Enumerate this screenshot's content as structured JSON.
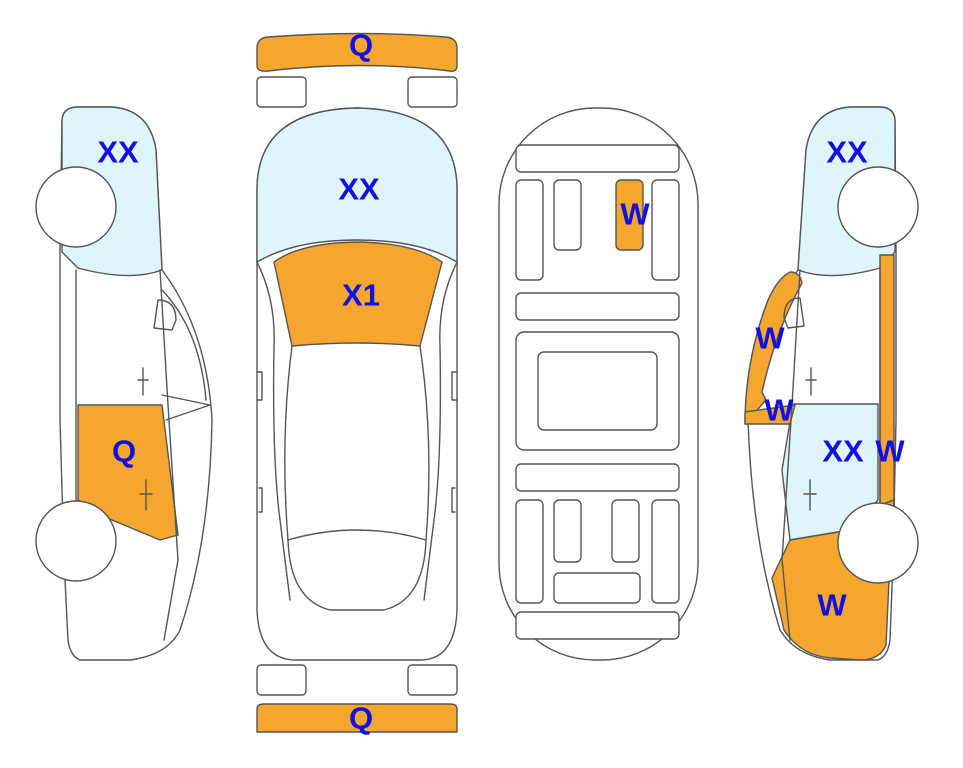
{
  "colors": {
    "outline": "#555555",
    "panel": "#ffffff",
    "glass": "#ddf5fb",
    "damaged": "#f5a62f",
    "label": "#1212e0"
  },
  "labels": {
    "front_bumper": "Q",
    "rear_bumper": "Q",
    "top_windshield": "XX",
    "top_hood": "X1",
    "roof_panel": "W",
    "left_window": "XX",
    "left_door": "Q",
    "right_rear_window": "XX",
    "right_pillar_upper": "W",
    "right_pillar_lower": "W",
    "right_door_window": "XX",
    "right_door_edge": "W",
    "right_front_fender": "W"
  }
}
